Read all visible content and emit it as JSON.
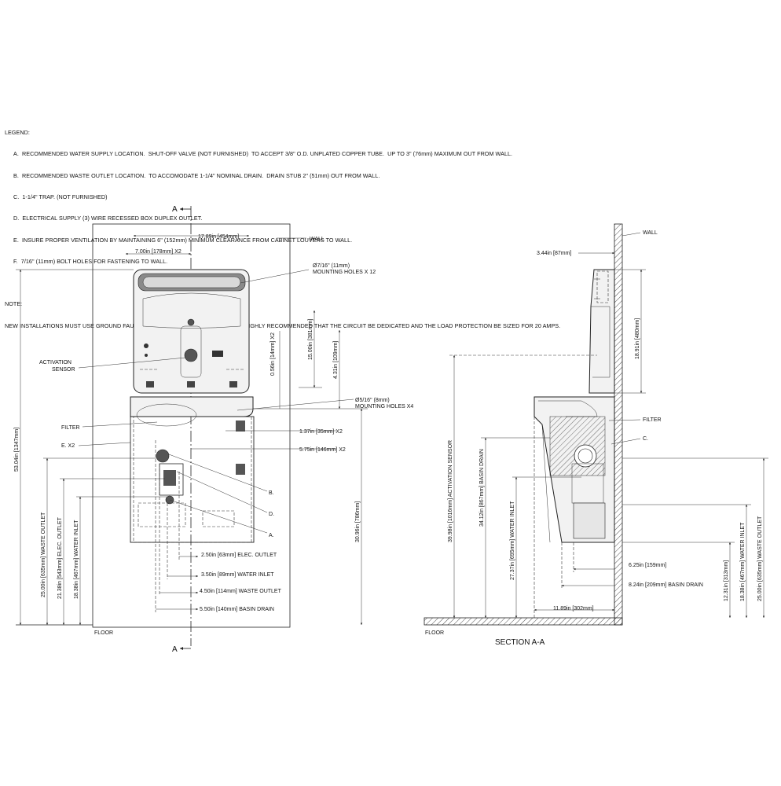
{
  "legend": {
    "title": "LEGEND:",
    "items": [
      "A.  RECOMMENDED WATER SUPPLY LOCATION.  SHUT-OFF VALVE (NOT FURNISHED)  TO ACCEPT 3/8\" O.D. UNPLATED COPPER TUBE.  UP TO 3\" (76mm) MAXIMUM OUT FROM WALL.",
      "B.  RECOMMENDED WASTE OUTLET LOCATION.  TO ACCOMODATE 1-1/4\" NOMINAL DRAIN.  DRAIN STUB 2\" (51mm) OUT FROM WALL.",
      "C.  1-1/4\" TRAP. (NOT FURNISHED)",
      "D.  ELECTRICAL SUPPLY (3) WIRE RECESSED BOX DUPLEX OUTLET.",
      "E.  INSURE PROPER VENTILATION BY MAINTAINING 6\" (152mm) MINIMUM CLEARANCE FROM CABINET LOUVERS TO WALL.",
      "F.  7/16\" (11mm) BOLT HOLES FOR FASTENING TO WALL."
    ]
  },
  "note": {
    "title": "NOTE:",
    "text": "NEW INSTALLATIONS MUST USE GROUND FAULT CIRCUIT INTERRUPTER (GFCI).  IT IS HIGHLY RECOMMENDED THAT THE CIRCUIT BE DEDICATED AND THE LOAD PROTECTION BE SIZED FOR 20 AMPS."
  },
  "front": {
    "section_mark": "A",
    "wall": "WALL",
    "floor": "FLOOR",
    "dim_width": "17.89in [454mm]",
    "dim_holes_spacing": "7.00in [178mm]  X2",
    "hole_top": "Ø7/16\" (11mm)",
    "hole_top_2": "MOUNTING HOLES X 12",
    "hole_bottom": "Ø5/16\" (8mm)",
    "hole_bottom_2": "MOUNTING HOLES X4",
    "activation": "ACTIVATION",
    "sensor": "SENSOR",
    "filter": "FILTER",
    "e_x2": "E. X2",
    "v_0_56": "0.56in [14mm]  X2",
    "v_15_00": "15.00in [381mm]",
    "v_4_31": "4.31in [109mm]",
    "h_1_37": "1.37in [35mm]  X2",
    "h_5_75": "5.75in [146mm]  X2",
    "label_b": "B.",
    "label_d": "D.",
    "label_a": "A.",
    "h_2_50": "2.50in [63mm]  ELEC. OUTLET",
    "h_3_50": "3.50in [89mm]  WATER INLET",
    "h_4_50": "4.50in [114mm]  WASTE OUTLET",
    "h_5_50": "5.50in [140mm]  BASIN DRAIN",
    "v_53_04": "53.04in [1347mm]",
    "v_25_00": "25.00in [635mm]  WASTE OUTLET",
    "v_21_38": "21.38in [543mm]  ELEC. OUTLET",
    "v_18_38": "18.38in [467mm]  WATER INLET",
    "v_30_96": "30.96in [786mm]"
  },
  "section": {
    "title": "SECTION A-A",
    "wall": "WALL",
    "floor": "FLOOR",
    "filter": "FILTER",
    "label_c": "C.",
    "h_3_44": "3.44in [87mm]",
    "v_18_91": "18.91in [480mm]",
    "v_39_98": "39.98in [1016mm]  ACTIVATION SENSOR",
    "v_34_12": "34.12in [867mm]  BASIN DRAIN",
    "v_27_37": "27.37in [695mm]  WATER INLET",
    "h_6_25": "6.25in [159mm]",
    "h_8_24": "8.24in [209mm]  BASIN DRAIN",
    "h_11_89": "11.89in [302mm]",
    "v_12_31": "12.31in [313mm]",
    "v_18_38": "18.38in [467mm]  WATER INLET",
    "v_25_00": "25.00in [635mm]  WASTE OUTLET"
  }
}
